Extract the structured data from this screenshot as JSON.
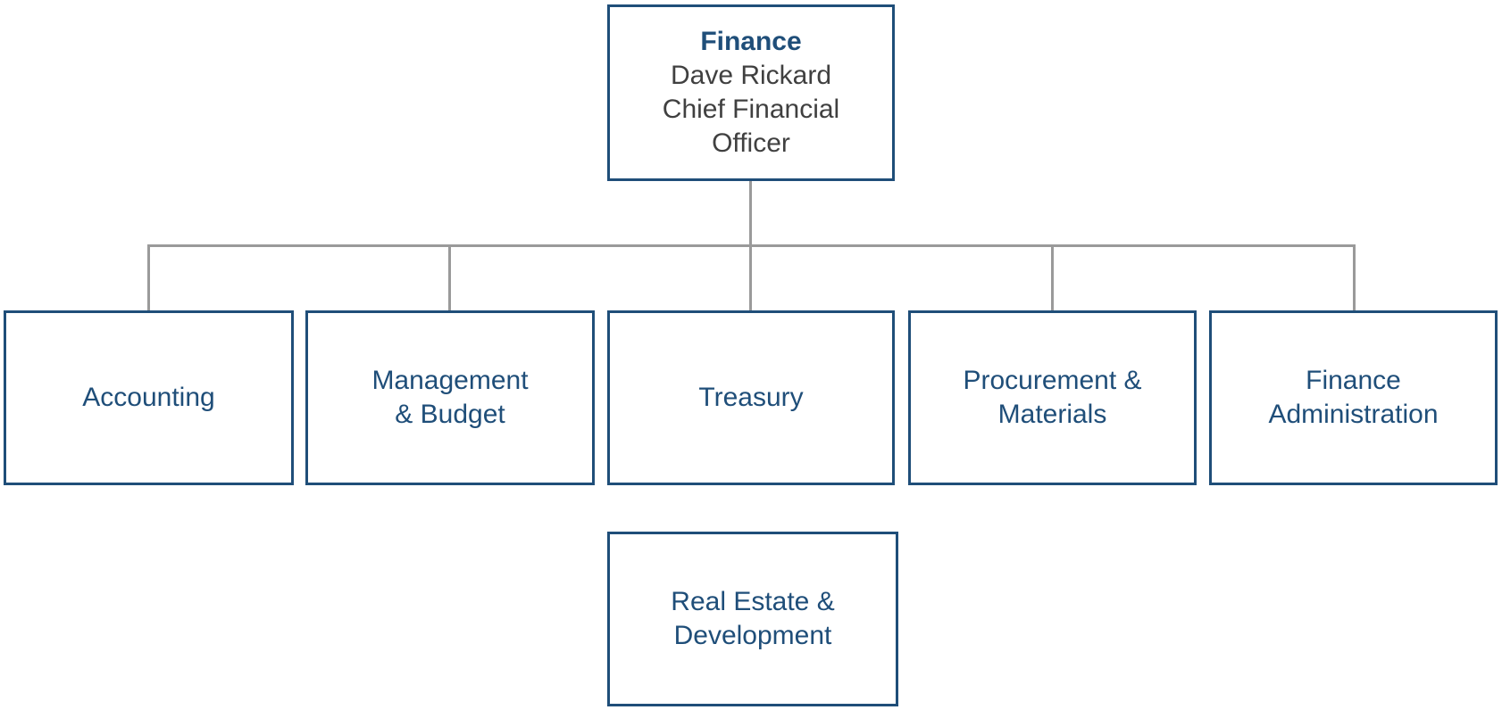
{
  "colors": {
    "box_border": "#1f4e79",
    "box_text": "#1f4e79",
    "name_text": "#404040",
    "connector": "#9a9a9a"
  },
  "root": {
    "department": "Finance",
    "name": "Dave Rickard",
    "title_line1": "Chief Financial",
    "title_line2": "Officer"
  },
  "children": [
    {
      "line1": "Accounting",
      "line2": ""
    },
    {
      "line1": "Management",
      "line2": "& Budget"
    },
    {
      "line1": "Treasury",
      "line2": ""
    },
    {
      "line1": "Procurement &",
      "line2": "Materials"
    },
    {
      "line1": "Finance",
      "line2": "Administration"
    }
  ],
  "extra": {
    "line1": "Real Estate &",
    "line2": "Development"
  }
}
